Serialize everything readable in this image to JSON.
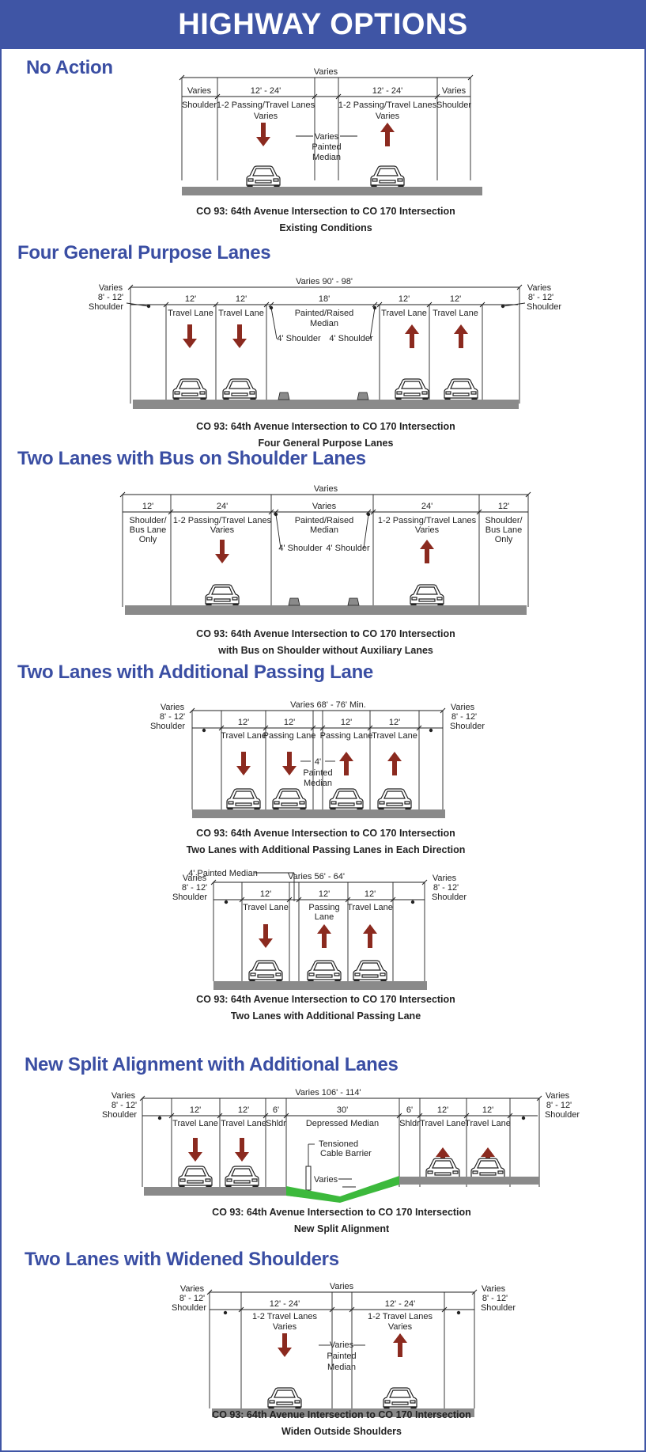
{
  "title": "HIGHWAY OPTIONS",
  "colors": {
    "banner": "#3f55a5",
    "heading": "#3a4ea3",
    "arrow": "#8b2a1f",
    "road": "#8a8a8a",
    "median_green": "#3cb93c"
  },
  "sections": [
    {
      "heading": "No Action",
      "diagrams": [
        {
          "labels": [
            "Varies",
            "Varies",
            "12' - 24'",
            "12' - 24'",
            "Varies",
            "Shoulder",
            "1-2 Passing/Travel Lanes",
            "Varies",
            "1-2 Passing/Travel Lanes",
            "Varies",
            "Shoulder",
            "Varies",
            "Painted",
            "Median"
          ],
          "caption": [
            "CO 93: 64th Avenue Intersection to CO 170 Intersection",
            "Existing Conditions"
          ]
        }
      ]
    },
    {
      "heading": "Four General Purpose Lanes",
      "diagrams": [
        {
          "labels": [
            "Varies 90' - 98'",
            "Varies",
            "8' - 12'",
            "Shoulder",
            "Varies",
            "8' - 12'",
            "Shoulder",
            "12'",
            "12'",
            "18'",
            "12'",
            "12'",
            "Travel Lane",
            "Travel Lane",
            "Painted/Raised",
            "Median",
            "Travel Lane",
            "Travel Lane",
            "4' Shoulder",
            "4' Shoulder"
          ],
          "caption": [
            "CO 93: 64th Avenue Intersection to CO 170 Intersection",
            "Four General Purpose Lanes"
          ]
        }
      ]
    },
    {
      "heading": "Two Lanes with Bus on Shoulder Lanes",
      "diagrams": [
        {
          "labels": [
            "Varies",
            "12'",
            "24'",
            "Varies",
            "24'",
            "12'",
            "Shoulder/",
            "Bus Lane",
            "Only",
            "1-2 Passing/Travel Lanes",
            "Varies",
            "Painted/Raised",
            "Median",
            "1-2 Passing/Travel Lanes",
            "Varies",
            "Shoulder/",
            "Bus Lane",
            "Only",
            "4' Shoulder",
            "4' Shoulder"
          ],
          "caption": [
            "CO 93: 64th Avenue Intersection to CO 170 Intersection",
            "with Bus on Shoulder without Auxiliary Lanes"
          ]
        }
      ]
    },
    {
      "heading": "Two Lanes with Additional Passing Lane",
      "diagrams": [
        {
          "labels": [
            "Varies 68' - 76' Min.",
            "Varies",
            "8' - 12'",
            "Shoulder",
            "Varies",
            "8' - 12'",
            "Shoulder",
            "12'",
            "12'",
            "12'",
            "12'",
            "Travel Lane",
            "Passing Lane",
            "Passing Lane",
            "Travel Lane",
            "4'",
            "Painted",
            "Median"
          ],
          "caption": [
            "CO 93: 64th Avenue Intersection to CO 170 Intersection",
            "Two Lanes with Additional Passing Lanes in Each Direction"
          ]
        },
        {
          "labels": [
            "4' Painted Median",
            "Varies 56' - 64'",
            "Varies",
            "8' - 12'",
            "Shoulder",
            "Varies",
            "8' - 12'",
            "Shoulder",
            "12'",
            "12'",
            "12'",
            "Travel Lane",
            "Passing",
            "Lane",
            "Travel Lane"
          ],
          "caption": [
            "CO 93: 64th Avenue Intersection to CO 170 Intersection",
            "Two Lanes with Additional Passing Lane"
          ]
        }
      ]
    },
    {
      "heading": "New Split Alignment with Additional Lanes",
      "diagrams": [
        {
          "labels": [
            "Varies 106' - 114'",
            "Varies",
            "8' - 12'",
            "Shoulder",
            "Varies",
            "8' - 12'",
            "Shoulder",
            "12'",
            "12'",
            "6'",
            "30'",
            "6'",
            "12'",
            "12'",
            "Travel Lane",
            "Travel Lane",
            "Shldr",
            "Depressed Median",
            "Shldr",
            "Travel Lane",
            "Travel Lane",
            "Tensioned",
            "Cable Barrier",
            "Varies"
          ],
          "caption": [
            "CO 93: 64th Avenue Intersection to CO 170 Intersection",
            "New Split Alignment"
          ]
        }
      ]
    },
    {
      "heading": "Two Lanes with Widened Shoulders",
      "diagrams": [
        {
          "labels": [
            "Varies",
            "Varies",
            "8' - 12'",
            "Shoulder",
            "Varies",
            "8' - 12'",
            "Shoulder",
            "12' - 24'",
            "12' - 24'",
            "1-2 Travel Lanes",
            "Varies",
            "1-2 Travel Lanes",
            "Varies",
            "Varies",
            "Painted",
            "Median"
          ],
          "caption": [
            "CO 93: 64th Avenue Intersection to CO 170 Intersection",
            "Widen Outside Shoulders"
          ]
        }
      ]
    }
  ]
}
